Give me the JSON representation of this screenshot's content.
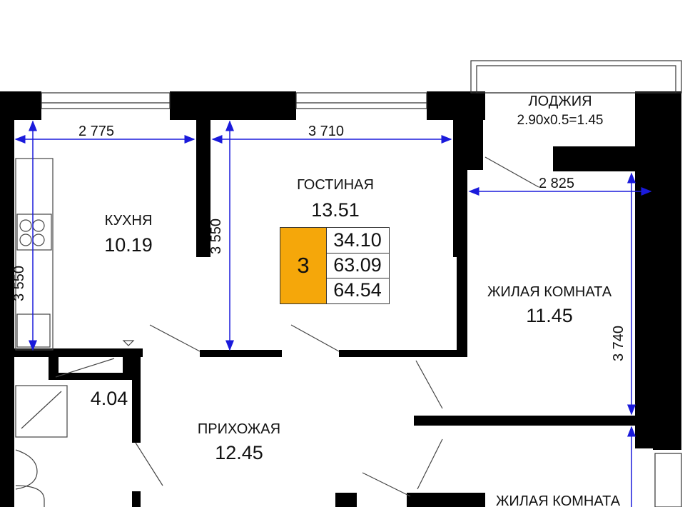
{
  "colors": {
    "wall": "#000000",
    "dimension": "#1a1adb",
    "badge": "#f5a70a"
  },
  "rooms": {
    "loggia": {
      "name": "ЛОДЖИЯ",
      "area": "2.90x0.5=1.45"
    },
    "kitchen": {
      "name": "КУХНЯ",
      "area": "10.19"
    },
    "living": {
      "name": "ГОСТИНАЯ",
      "area": "13.51"
    },
    "bedroom1": {
      "name": "ЖИЛАЯ КОМНАТА",
      "area": "11.45"
    },
    "hall": {
      "name": "ПРИХОЖАЯ",
      "area": "12.45"
    },
    "bathroom": {
      "area": "4.04"
    },
    "bedroom2": {
      "name": "ЖИЛАЯ КОМНАТА"
    }
  },
  "dimensions": {
    "kitchen_w": "2 775",
    "kitchen_h": "3 550",
    "living_w": "3 710",
    "living_h": "3 550",
    "bedroom_w": "2 825",
    "bedroom_h": "3 740"
  },
  "summary": {
    "rooms": "3",
    "living_area": "34.10",
    "total_area": "63.09",
    "total_with_loggia": "64.54"
  }
}
